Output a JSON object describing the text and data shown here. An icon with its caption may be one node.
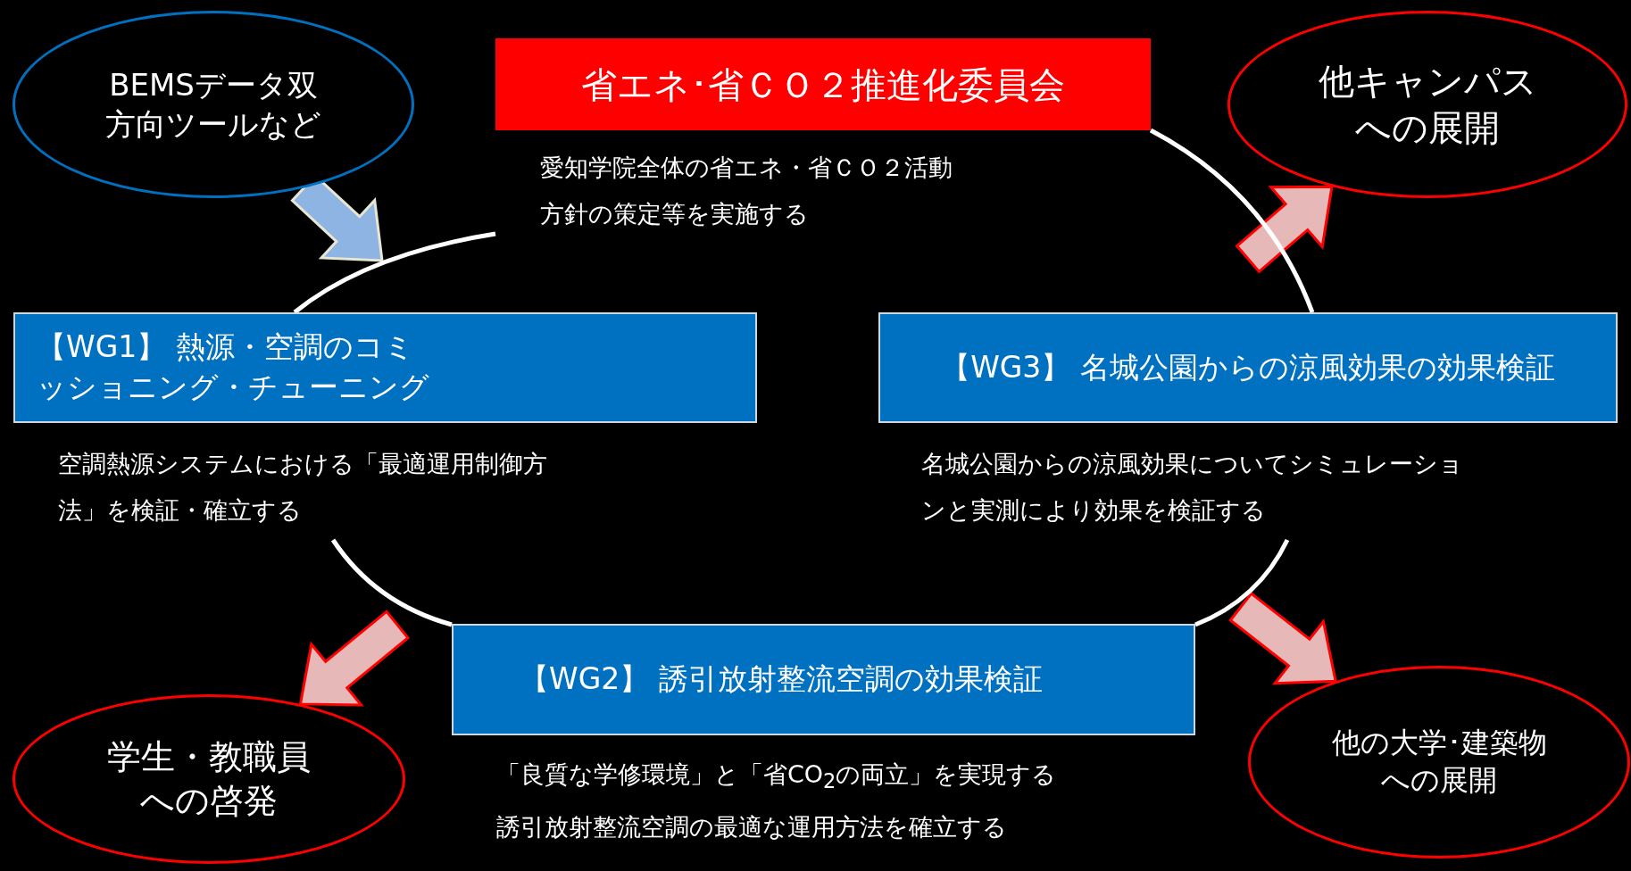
{
  "diagram": {
    "nodes": [
      {
        "text": [
          "BEMSデータ双方向ツールなど"
        ]
      },
      {
        "text": [
          "省エネ･省ＣＯ２推進化委員会"
        ],
        "beside": [
          "愛知学院全体の省エネ・省ＣＯ２活動方針の策定等を実施する"
        ]
      },
      {
        "text": [
          "他キャンパスへの展開"
        ]
      },
      {
        "text": [
          "【WG1】 熱源・空調のコミッショニング・チューニング"
        ],
        "beside": [
          "空調熱源システムにおける「最適運用制御方法」を検証・確立する"
        ]
      },
      {
        "text": [
          "【WG3】 名城公園からの涼風効果の効果検証"
        ],
        "beside": [
          "名城公園からの涼風効果についてシミュレーションと実測により効果を検証する"
        ]
      },
      {
        "text": [
          "【WG2】 誘引放射整流空調の効果検証"
        ],
        "beside": [
          "「良質な学修環境」と「省CO$_{2}$の両立」を実現する",
          "誘引放射整流空調の最適な運用方法を確立する"
        ]
      },
      {
        "text": [
          "学生・教職員への啓発"
        ]
      },
      {
        "text": [
          "他の大学･建築物への展開"
        ]
      }
    ],
    "edges": [
      {
        "from": 0,
        "to": null,
        "arrow": "to",
        "style": "thick",
        "color": "#8eb4e3"
      },
      {
        "from": null,
        "to": 2,
        "arrow": "to",
        "style": "thick",
        "color": "#e6b9b8"
      },
      {
        "from": null,
        "to": 6,
        "arrow": "to",
        "style": "thick",
        "color": "#e6b9b8"
      },
      {
        "from": null,
        "to": 7,
        "arrow": "to",
        "style": "thick",
        "color": "#e6b9b8"
      },
      {
        "from": 3,
        "to": 1,
        "arrow": "none"
      },
      {
        "from": 1,
        "to": 4,
        "arrow": "none"
      },
      {
        "from": 4,
        "to": 5,
        "arrow": "none"
      },
      {
        "from": 5,
        "to": 3,
        "arrow": "none"
      }
    ]
  }
}
